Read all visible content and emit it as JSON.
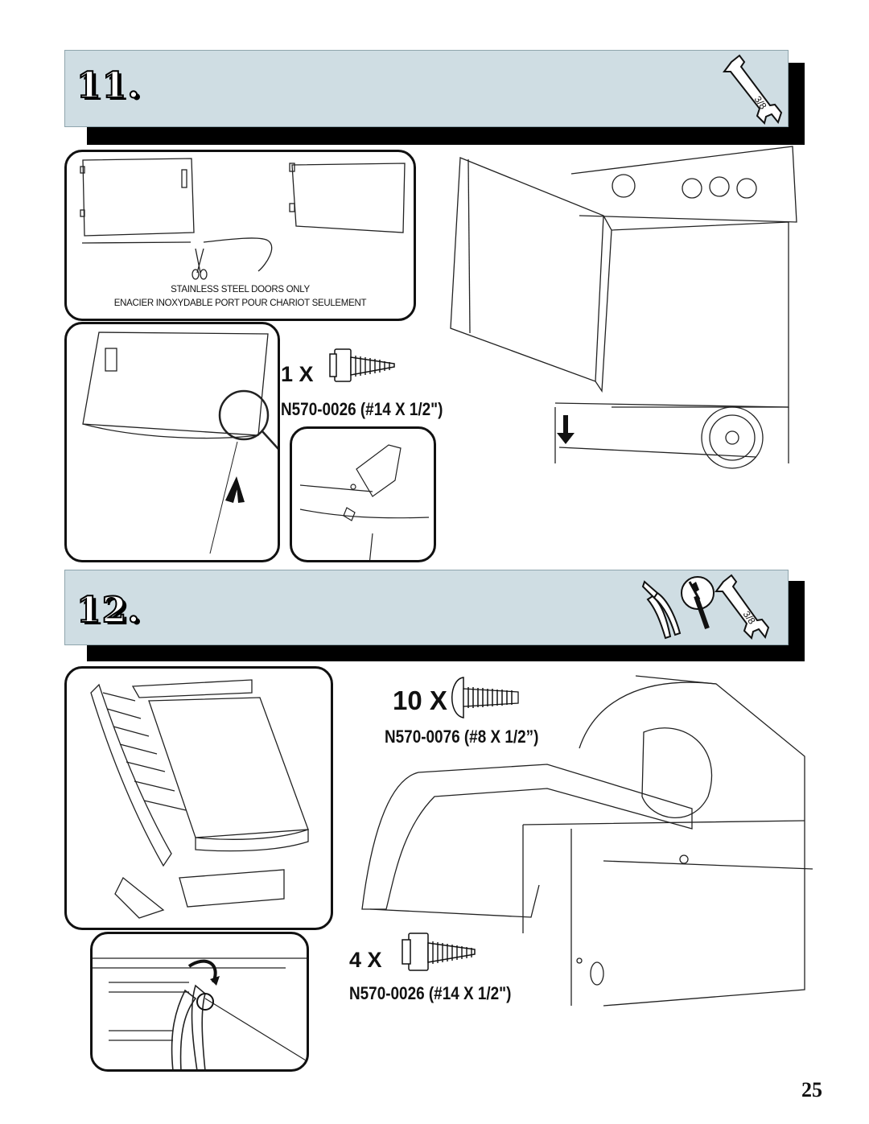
{
  "steps": [
    {
      "number": "11.",
      "tools": [
        "wrench-icon"
      ],
      "wrench_size": "3/8",
      "note_line1": "STAINLESS STEEL DOORS ONLY",
      "note_line2": "ENACIER INOXYDABLE PORT POUR CHARIOT SEULEMENT",
      "fastener": {
        "quantity": "1 X",
        "part": "N570-0026 (#14 X 1/2\")"
      }
    },
    {
      "number": "12.",
      "tools": [
        "pliers-icon",
        "screwdriver-icon",
        "wrench-icon"
      ],
      "wrench_size": "3/8",
      "fastener_a": {
        "quantity": "10 X",
        "part": "N570-0076 (#8 X 1/2”)"
      },
      "fastener_b": {
        "quantity": "4 X",
        "part": "N570-0026 (#14 X 1/2\")"
      }
    }
  ],
  "page": {
    "number": "25"
  },
  "colors": {
    "banner": "#cfdde3",
    "ink": "#111111"
  }
}
